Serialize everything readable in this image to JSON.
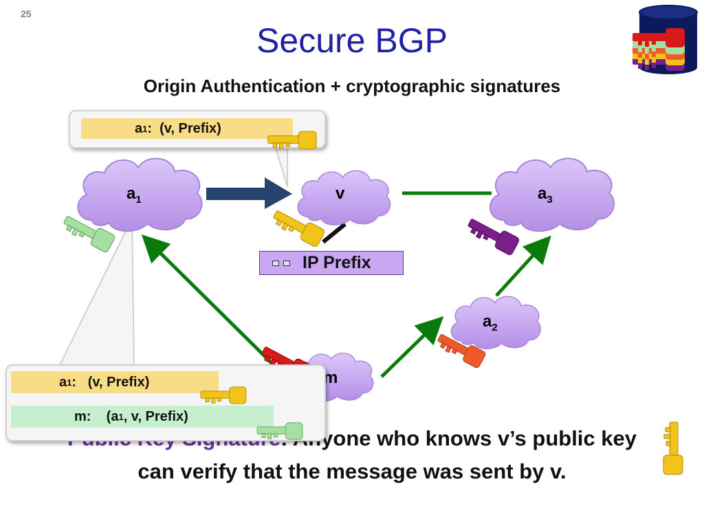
{
  "slide_number": "25",
  "title": "Secure BGP",
  "subtitle": "Origin Authentication + cryptographic signatures",
  "nodes": {
    "a1": {
      "base": "a",
      "sub": "1"
    },
    "v": {
      "base": "v"
    },
    "a3": {
      "base": "a",
      "sub": "3"
    },
    "a2": {
      "base": "a",
      "sub": "2"
    },
    "m": {
      "base": "m"
    }
  },
  "ip_prefix": "IP Prefix",
  "callout_top": {
    "a1_base": "a",
    "a1_sub": "1",
    "text": ":  (v, Prefix)"
  },
  "callout_bottom": {
    "line1_base": "a",
    "line1_sub": "1",
    "line1_text": ":   (v, Prefix)",
    "line2_prefix": "m:    (a",
    "line2_sub": "1",
    "line2_suffix": ", v, Prefix)"
  },
  "bottom_text": {
    "line1_purple": "Public Key Signature",
    "line1_rest": ": Anyone who knows v’s public key",
    "line2": "can verify that the message was sent by v."
  },
  "colors": {
    "title": "#1f1fa8",
    "cloud": "#c9a7f2",
    "green_link": "#0a7a0a",
    "arrow_blue": "#27446e",
    "key_gold": "#f2c318",
    "key_green": "#a6e0a0",
    "key_purple": "#7a1f8a",
    "key_red": "#d91a1a",
    "key_orange": "#f05a2a"
  },
  "icons": [
    "database-icon",
    "key-icon",
    "cloud-icon"
  ]
}
